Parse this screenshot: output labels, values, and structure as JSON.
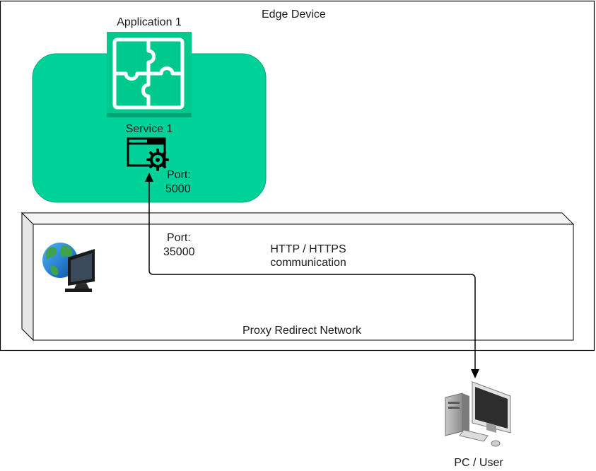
{
  "diagram": {
    "edge_device": {
      "label": "Edge Device"
    },
    "application": {
      "label": "Application 1",
      "icon": "puzzle-icon",
      "color": "#00C98E"
    },
    "container": {
      "color": "#00D39A",
      "border": "#00A676"
    },
    "service": {
      "label": "Service 1",
      "icon": "service-window-gear-icon"
    },
    "service_port": {
      "line1": "Port:",
      "line2": "5000"
    },
    "proxy_network": {
      "label": "Proxy Redirect Network",
      "icon": "globe-monitor-icon"
    },
    "proxy_port": {
      "line1": "Port:",
      "line2": "35000"
    },
    "connection": {
      "line1": "HTTP / HTTPS",
      "line2": "communication"
    },
    "client": {
      "label": "PC / User",
      "icon": "desktop-pc-icon"
    }
  }
}
